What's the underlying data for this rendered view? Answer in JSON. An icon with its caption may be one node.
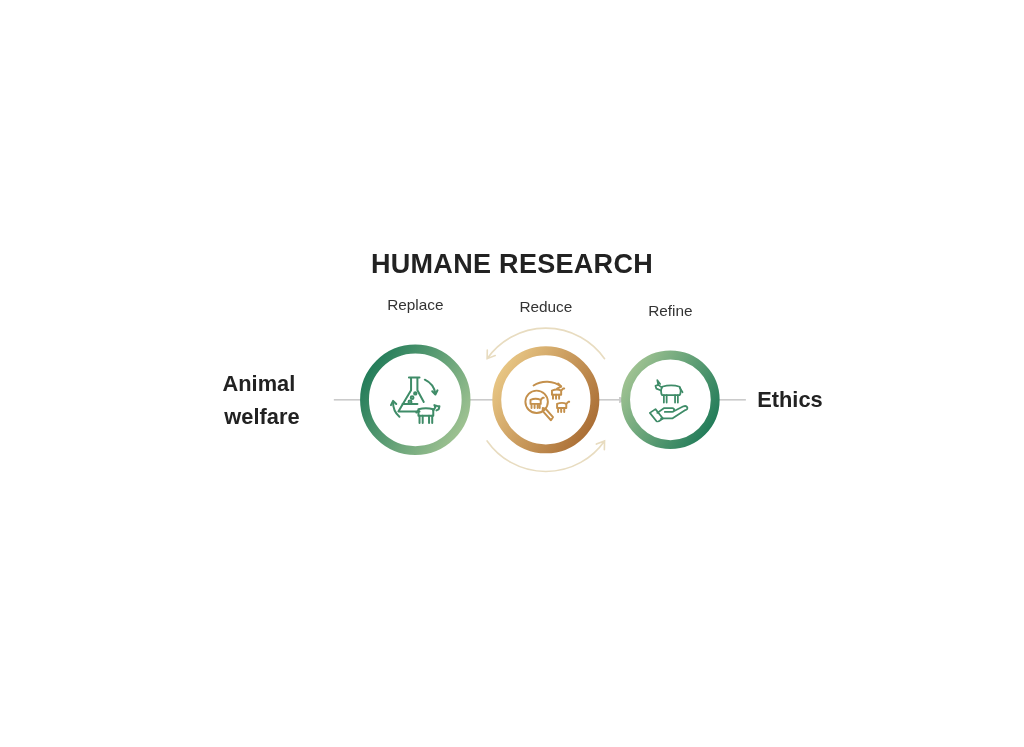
{
  "diagram": {
    "title": "HUMANE RESEARCH",
    "nodes": [
      {
        "text": [
          "Animal welfare"
        ]
      },
      {
        "text": [
          "Replace"
        ]
      },
      {
        "text": [
          "Reduce"
        ]
      },
      {
        "text": [
          "Refine"
        ]
      },
      {
        "text": [
          "Ethics"
        ]
      }
    ],
    "edges": [
      {
        "from": 0,
        "to": 1,
        "arrow": "none"
      },
      {
        "from": 1,
        "to": 2,
        "arrow": "none"
      },
      {
        "from": 2,
        "to": 3,
        "arrow": "to"
      },
      {
        "from": 3,
        "to": 4,
        "arrow": "none"
      }
    ]
  }
}
